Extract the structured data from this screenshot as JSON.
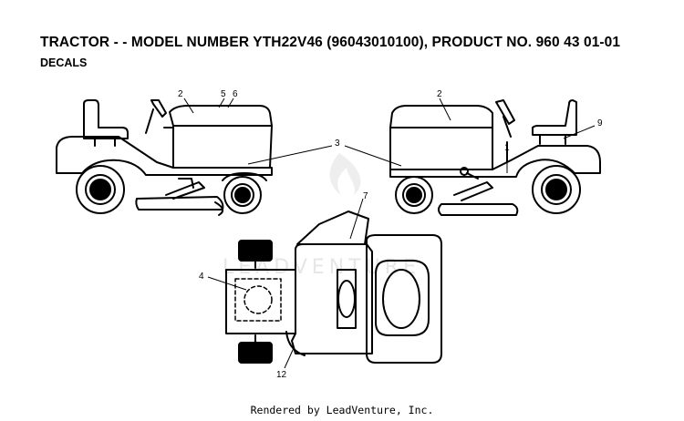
{
  "header": {
    "title": "TRACTOR - - MODEL NUMBER YTH22V46 (96043010100), PRODUCT NO. 960 43 01-01",
    "subtitle": "DECALS"
  },
  "callouts": {
    "c1": "1",
    "c2a": "2",
    "c2b": "2",
    "c3": "3",
    "c4": "4",
    "c5": "5",
    "c6": "6",
    "c7": "7",
    "c9": "9",
    "c12": "12"
  },
  "watermark": {
    "text": "LEADVENTURE"
  },
  "footer": {
    "credit": "Rendered by LeadVenture, Inc."
  }
}
